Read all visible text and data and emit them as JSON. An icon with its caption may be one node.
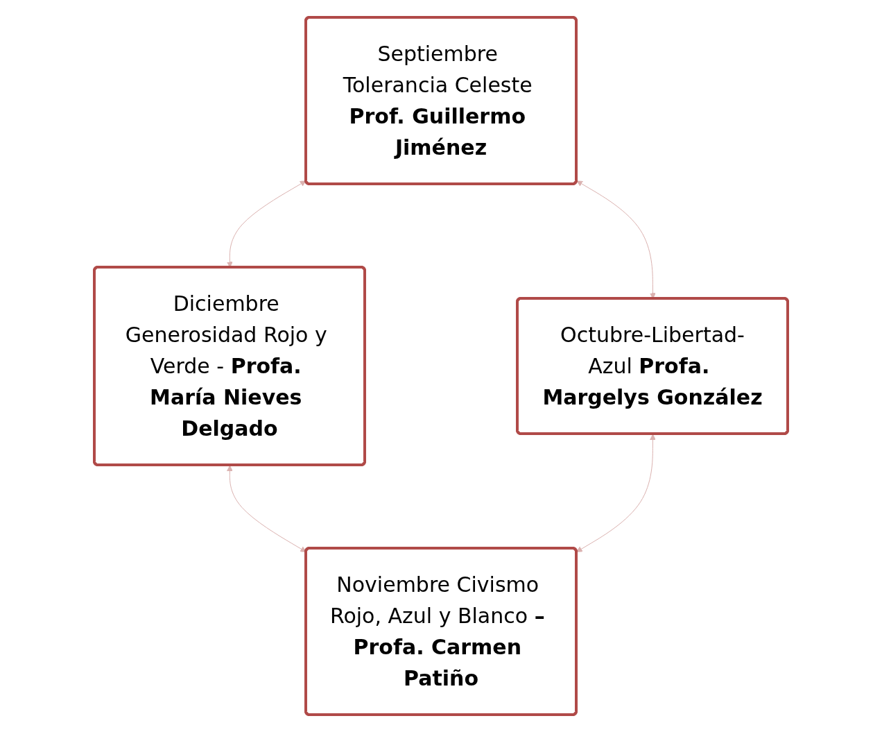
{
  "diagram": {
    "nodes": [
      {
        "text": [
          "Septiembre Tolerancia Celeste **Prof. Guillermo Jiménez**"
        ]
      },
      {
        "text": [
          "Diciembre Generosidad Rojo y Verde - **Profa. María Nieves Delgado**"
        ]
      },
      {
        "text": [
          "Octubre-Libertad-Azul **Profa. Margelys González**"
        ]
      },
      {
        "text": [
          "Noviembre Civismo Rojo, Azul y Blanco **– Profa. Carmen Patiño**"
        ]
      }
    ],
    "edges": [
      {
        "from": 0,
        "to": 1,
        "arrow": "both",
        "color": "#dbb2b0"
      },
      {
        "from": 0,
        "to": 2,
        "arrow": "both",
        "color": "#dbb2b0"
      },
      {
        "from": 1,
        "to": 3,
        "arrow": "both",
        "color": "#dbb2b0"
      },
      {
        "from": 2,
        "to": 3,
        "arrow": "both",
        "color": "#dbb2b0"
      }
    ]
  }
}
